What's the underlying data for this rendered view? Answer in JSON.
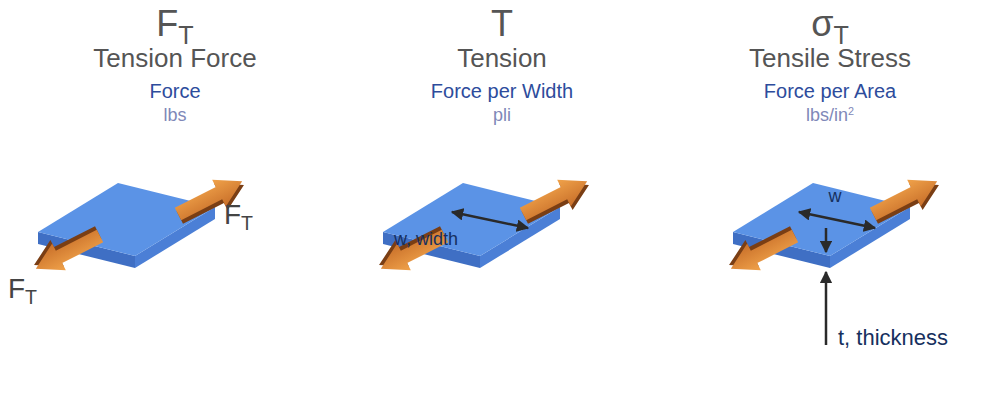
{
  "diagram": {
    "labels": [
      "FT",
      "Tension Force",
      "Force",
      "lbs",
      "T",
      "Tension",
      "Force per Width",
      "pli",
      "σT",
      "Tensile Stress",
      "Force per Area",
      "lbs/in2",
      "FT",
      "FT",
      "w, width",
      "w",
      "t, thickness"
    ]
  }
}
